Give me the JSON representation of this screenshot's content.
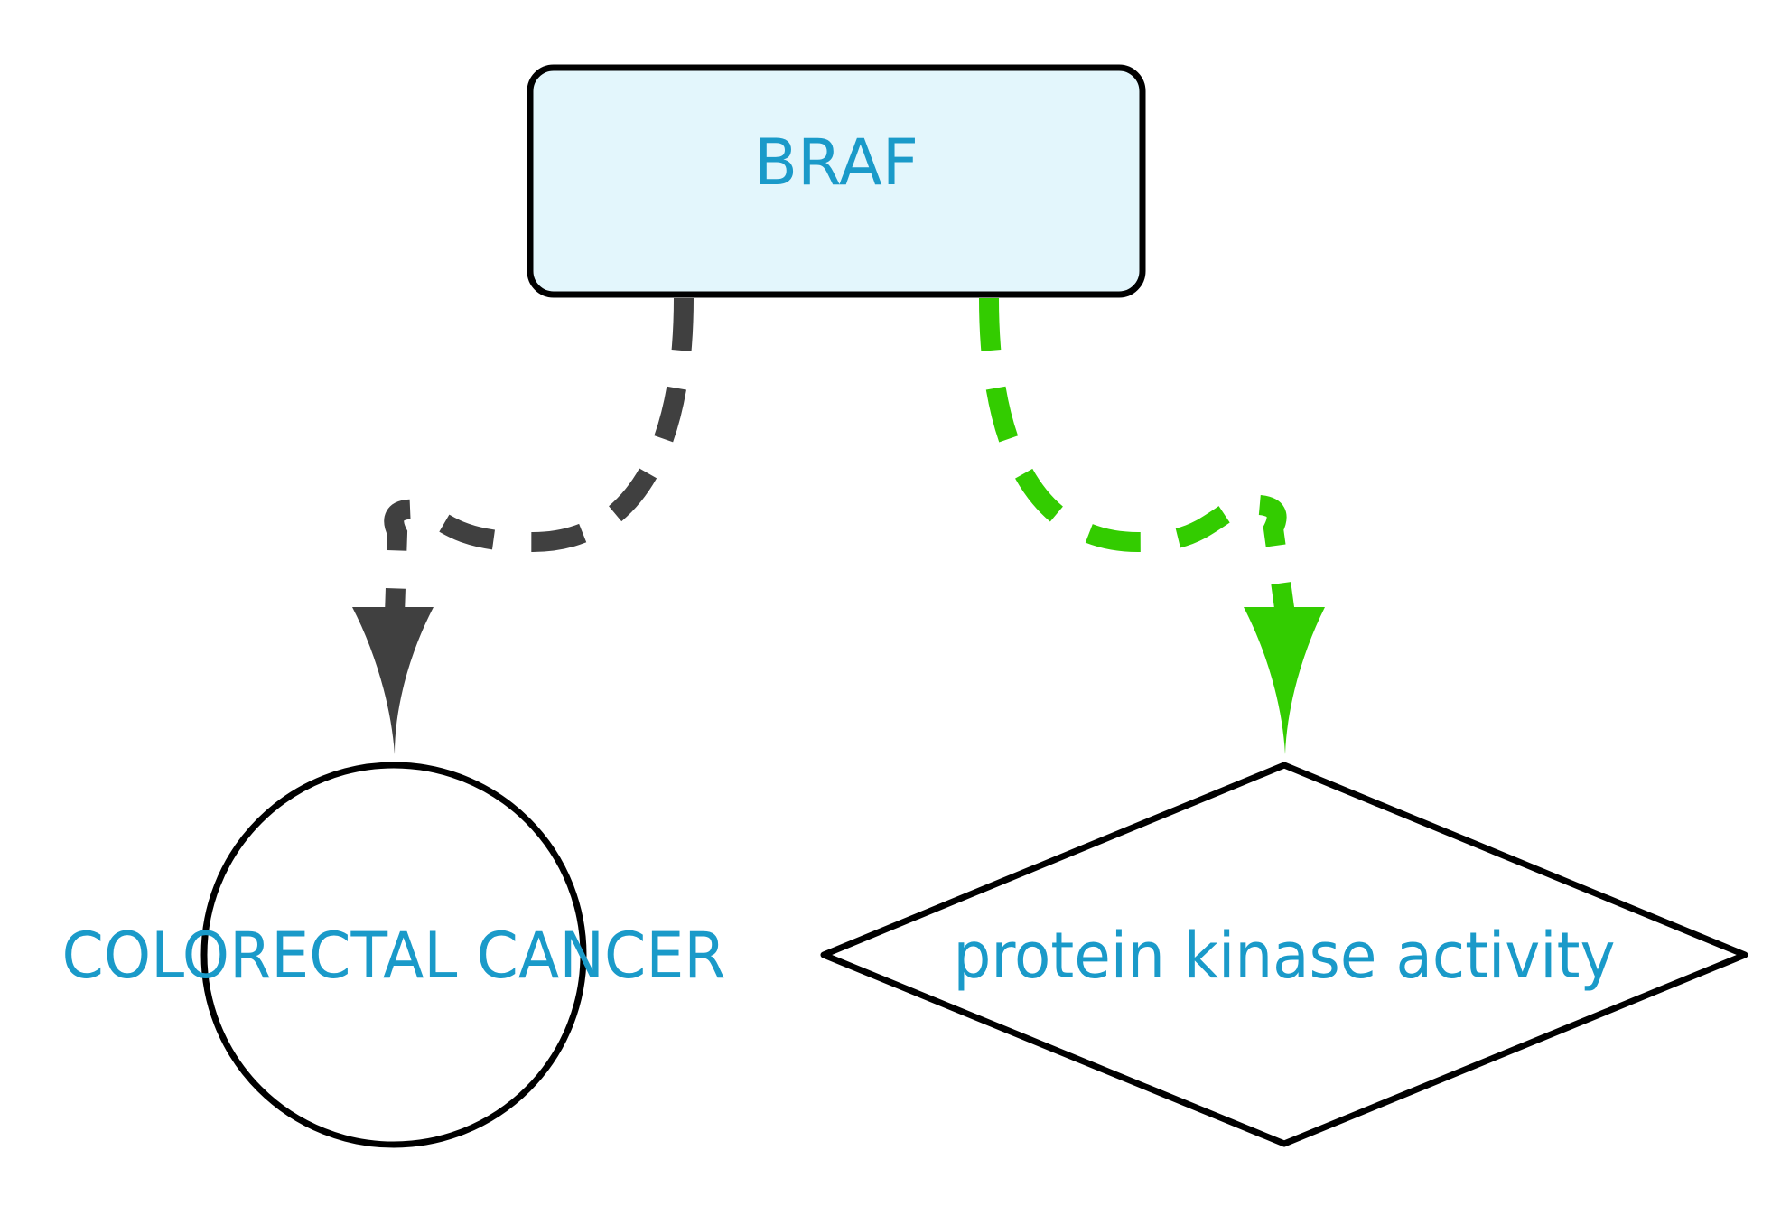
{
  "nodes": {
    "gene": {
      "label": "BRAF",
      "shape": "rounded-rectangle",
      "fill": "#e3f6fc"
    },
    "disease": {
      "label": "COLORECTAL CANCER",
      "shape": "circle",
      "fill": "#ffffff"
    },
    "function": {
      "label": "protein kinase activity",
      "shape": "diamond",
      "fill": "#ffffff"
    }
  },
  "edges": [
    {
      "from": "gene",
      "to": "disease",
      "style": "dashed",
      "color": "#404040"
    },
    {
      "from": "gene",
      "to": "function",
      "style": "dashed",
      "color": "#33cc00"
    }
  ],
  "colors": {
    "label_text": "#1a9ac9",
    "node_border": "#000000",
    "background": "#ffffff"
  }
}
